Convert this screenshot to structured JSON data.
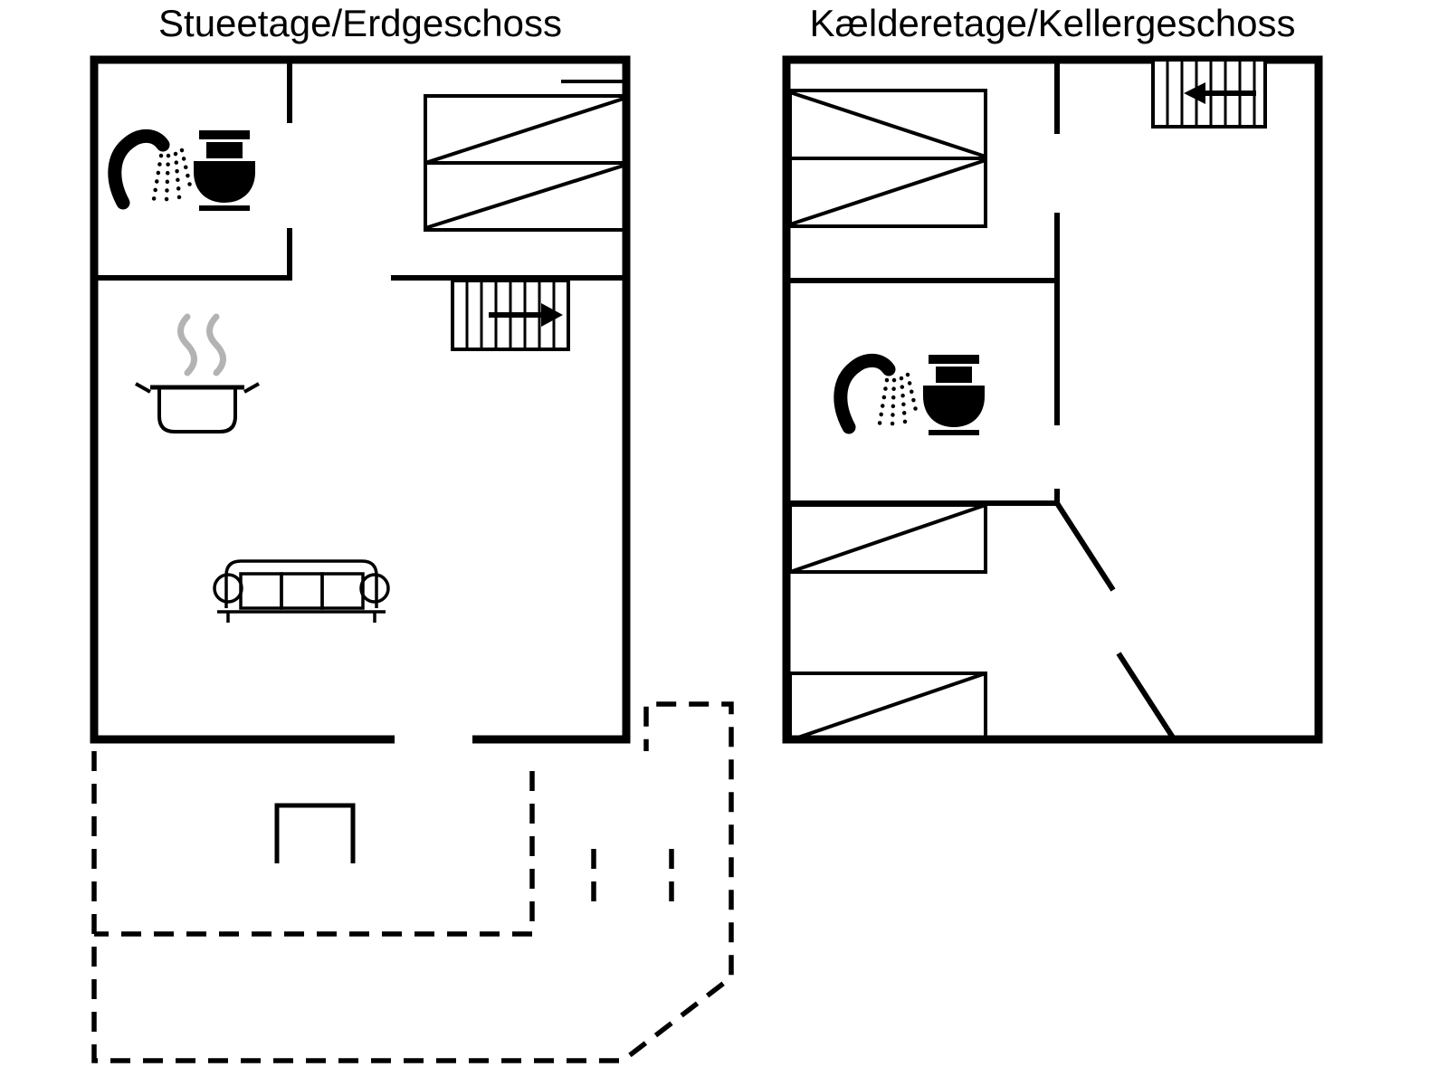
{
  "canvas": {
    "background": "#ffffff",
    "ink": "#000000",
    "steam_color": "#b3b3b3"
  },
  "plans": [
    {
      "id": "ground-floor",
      "title": "Stueetage/Erdgeschoss",
      "icons": [
        "shower-icon",
        "toilet-icon",
        "double-bed",
        "stairs-arrow-right",
        "cooking-pot-with-steam",
        "sofa"
      ],
      "outdoor_features": [
        "dashed-terrace-outline",
        "open-grill-niche",
        "dashed-post-marks"
      ]
    },
    {
      "id": "basement",
      "title": "Kælderetage/Kellergeschoss",
      "icons": [
        "double-bed",
        "stairs-arrow-left",
        "shower-icon",
        "toilet-icon",
        "single-bed",
        "single-bed"
      ]
    }
  ]
}
